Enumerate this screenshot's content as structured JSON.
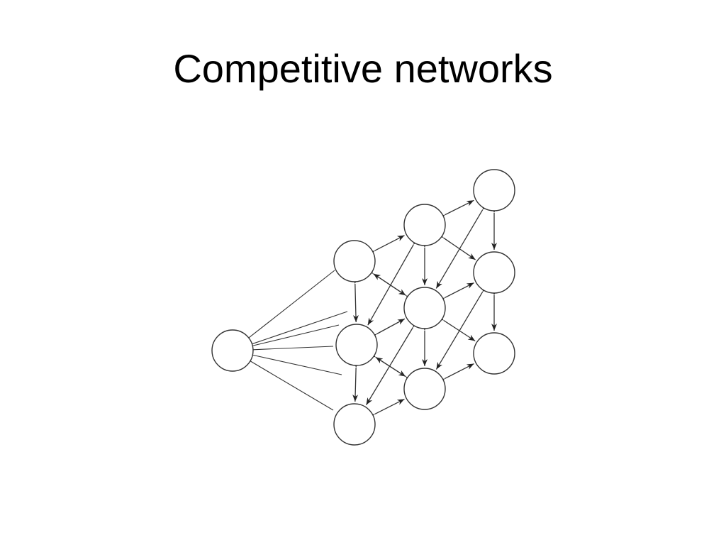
{
  "slide": {
    "title": "Competitive networks"
  },
  "diagram": {
    "stroke_color": "#333333",
    "node_fill": "#ffffff",
    "nodes": [
      "input",
      "h1",
      "h2",
      "h3",
      "m1",
      "m2",
      "m3",
      "r1",
      "r2",
      "r3"
    ],
    "input_connections": [
      [
        "input",
        "h1"
      ],
      [
        "input",
        "h1"
      ],
      [
        "input",
        "h2"
      ],
      [
        "input",
        "h2"
      ],
      [
        "input",
        "h2"
      ],
      [
        "input",
        "h3"
      ]
    ],
    "lateral_connections": [
      [
        "h1",
        "h2"
      ],
      [
        "h2",
        "h3"
      ],
      [
        "m1",
        "m2"
      ],
      [
        "m2",
        "m3"
      ],
      [
        "r1",
        "r2"
      ],
      [
        "r2",
        "r3"
      ],
      [
        "h1",
        "m1"
      ],
      [
        "h1",
        "m2"
      ],
      [
        "h2",
        "m2"
      ],
      [
        "h2",
        "m3"
      ],
      [
        "h3",
        "m3"
      ],
      [
        "m1",
        "r1"
      ],
      [
        "m1",
        "r2"
      ],
      [
        "m2",
        "r2"
      ],
      [
        "m2",
        "r3"
      ],
      [
        "m3",
        "r3"
      ],
      [
        "m1",
        "h2"
      ],
      [
        "m2",
        "h3"
      ],
      [
        "r1",
        "m2"
      ],
      [
        "r2",
        "m3"
      ],
      [
        "m2",
        "h1"
      ],
      [
        "m3",
        "h2"
      ]
    ]
  }
}
